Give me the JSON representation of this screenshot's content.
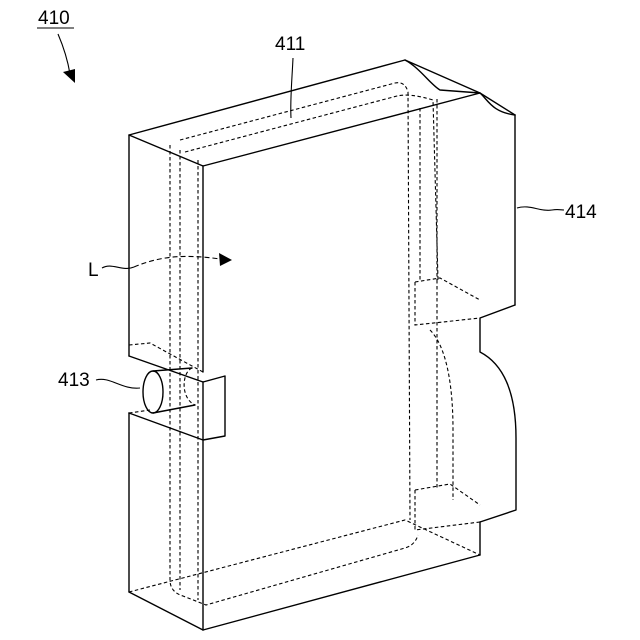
{
  "labels": {
    "figure_ref": "410",
    "top_plate": "411",
    "side_member": "414",
    "port": "413",
    "flow_path": "L"
  }
}
